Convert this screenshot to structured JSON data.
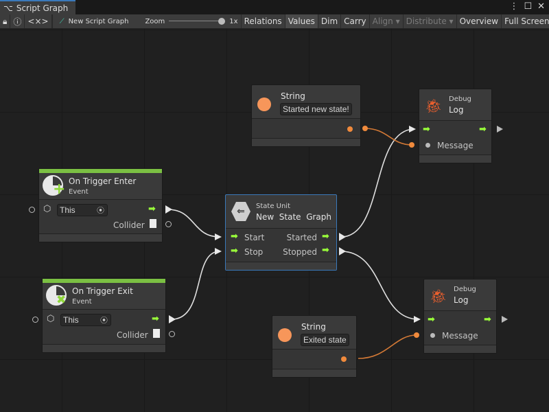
{
  "window": {
    "tab_title": "Script Graph",
    "menu_icon": "kebab-menu-icon",
    "maximize_icon": "maximize-icon",
    "close_icon": "close-icon"
  },
  "toolbar": {
    "lock_icon": "lock-icon",
    "info_icon": "info-icon",
    "code_icon": "<×>",
    "graph_name": "New Script Graph",
    "zoom_label": "Zoom",
    "zoom_value": "1x",
    "zoom_level": 1.0,
    "buttons": [
      "Relations",
      "Values",
      "Dim",
      "Carry",
      "Align ▾",
      "Distribute ▾",
      "Overview",
      "Full Screen"
    ],
    "active": "Values",
    "disabled": [
      "Align ▾",
      "Distribute ▾"
    ]
  },
  "colors": {
    "accent": "#9aff3a",
    "data": "#f08a3c",
    "event_bar": "#7bc043",
    "selection": "#3a79bb"
  },
  "nodes": {
    "string1": {
      "title": "String",
      "value": "Started new state!"
    },
    "string2": {
      "title": "String",
      "value": "Exited state"
    },
    "debug1": {
      "category": "Debug",
      "title": "Log",
      "port": "Message"
    },
    "debug2": {
      "category": "Debug",
      "title": "Log",
      "port": "Message"
    },
    "enter": {
      "title": "On Trigger Enter",
      "sub": "Event",
      "target": "This",
      "output": "Collider"
    },
    "exit": {
      "title": "On Trigger Exit",
      "sub": "Event",
      "target": "This",
      "output": "Collider"
    },
    "state": {
      "sub": "State Unit",
      "title": "New  State  Graph",
      "in1": "Start",
      "in2": "Stop",
      "out1": "Started",
      "out2": "Stopped"
    }
  }
}
